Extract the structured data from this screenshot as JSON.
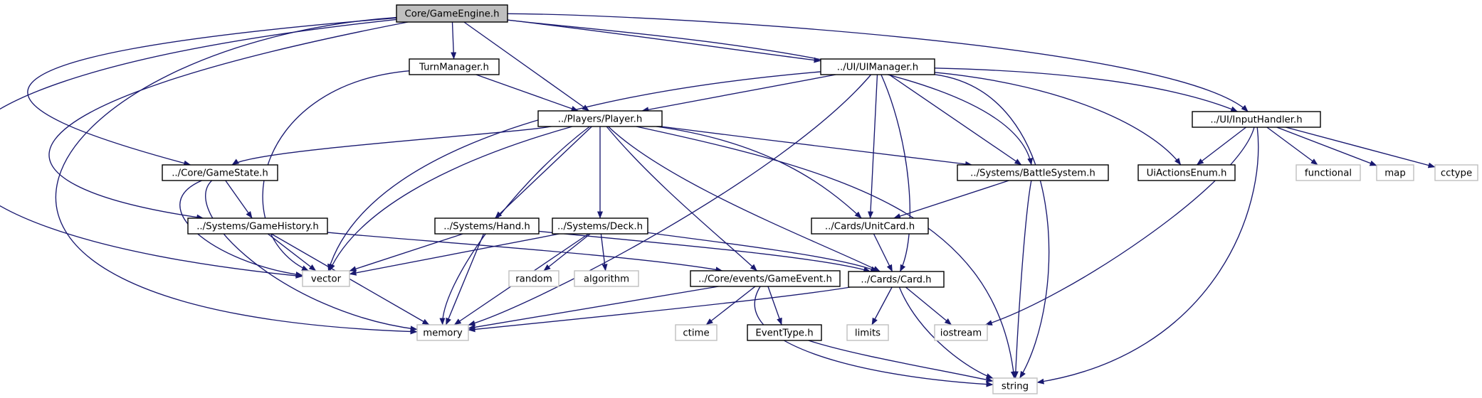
{
  "graph": {
    "nodes": [
      {
        "id": "ge",
        "label": "Core/GameEngine.h",
        "kind": "root"
      },
      {
        "id": "tm",
        "label": "TurnManager.h",
        "kind": "header"
      },
      {
        "id": "uim",
        "label": "../UI/UIManager.h",
        "kind": "header"
      },
      {
        "id": "pl",
        "label": "../Players/Player.h",
        "kind": "header"
      },
      {
        "id": "ih",
        "label": "../UI/InputHandler.h",
        "kind": "header"
      },
      {
        "id": "gs",
        "label": "../Core/GameState.h",
        "kind": "header"
      },
      {
        "id": "bs",
        "label": "../Systems/BattleSystem.h",
        "kind": "header"
      },
      {
        "id": "uae",
        "label": "UiActionsEnum.h",
        "kind": "header"
      },
      {
        "id": "fn",
        "label": "functional",
        "kind": "system"
      },
      {
        "id": "map",
        "label": "map",
        "kind": "system"
      },
      {
        "id": "cct",
        "label": "cctype",
        "kind": "system"
      },
      {
        "id": "gh",
        "label": "../Systems/GameHistory.h",
        "kind": "header"
      },
      {
        "id": "hd",
        "label": "../Systems/Hand.h",
        "kind": "header"
      },
      {
        "id": "dk",
        "label": "../Systems/Deck.h",
        "kind": "header"
      },
      {
        "id": "uc",
        "label": "../Cards/UnitCard.h",
        "kind": "header"
      },
      {
        "id": "vec",
        "label": "vector",
        "kind": "system"
      },
      {
        "id": "rnd",
        "label": "random",
        "kind": "system"
      },
      {
        "id": "alg",
        "label": "algorithm",
        "kind": "system"
      },
      {
        "id": "gev",
        "label": "../Core/events/GameEvent.h",
        "kind": "header"
      },
      {
        "id": "cd",
        "label": "../Cards/Card.h",
        "kind": "header"
      },
      {
        "id": "mem",
        "label": "memory",
        "kind": "system"
      },
      {
        "id": "ct",
        "label": "ctime",
        "kind": "system"
      },
      {
        "id": "et",
        "label": "EventType.h",
        "kind": "header"
      },
      {
        "id": "lim",
        "label": "limits",
        "kind": "system"
      },
      {
        "id": "ios",
        "label": "iostream",
        "kind": "system"
      },
      {
        "id": "str",
        "label": "string",
        "kind": "system"
      }
    ],
    "edges": [
      [
        "ge",
        "tm"
      ],
      [
        "ge",
        "uim"
      ],
      [
        "ge",
        "pl"
      ],
      [
        "ge",
        "ih"
      ],
      [
        "ge",
        "gs"
      ],
      [
        "ge",
        "bs"
      ],
      [
        "ge",
        "gh"
      ],
      [
        "ge",
        "vec"
      ],
      [
        "ge",
        "mem"
      ],
      [
        "tm",
        "pl"
      ],
      [
        "tm",
        "vec"
      ],
      [
        "uim",
        "pl"
      ],
      [
        "uim",
        "ih"
      ],
      [
        "uim",
        "bs"
      ],
      [
        "uim",
        "uae"
      ],
      [
        "uim",
        "uc"
      ],
      [
        "uim",
        "cd"
      ],
      [
        "uim",
        "vec"
      ],
      [
        "uim",
        "mem"
      ],
      [
        "uim",
        "str"
      ],
      [
        "ih",
        "uae"
      ],
      [
        "ih",
        "fn"
      ],
      [
        "ih",
        "map"
      ],
      [
        "ih",
        "cct"
      ],
      [
        "ih",
        "ios"
      ],
      [
        "ih",
        "str"
      ],
      [
        "pl",
        "gs"
      ],
      [
        "pl",
        "bs"
      ],
      [
        "pl",
        "hd"
      ],
      [
        "pl",
        "dk"
      ],
      [
        "pl",
        "uc"
      ],
      [
        "pl",
        "cd"
      ],
      [
        "pl",
        "gev"
      ],
      [
        "pl",
        "vec"
      ],
      [
        "pl",
        "mem"
      ],
      [
        "pl",
        "str"
      ],
      [
        "gs",
        "gh"
      ],
      [
        "gs",
        "vec"
      ],
      [
        "gs",
        "mem"
      ],
      [
        "bs",
        "uc"
      ],
      [
        "bs",
        "str"
      ],
      [
        "gh",
        "vec"
      ],
      [
        "gh",
        "mem"
      ],
      [
        "gh",
        "gev"
      ],
      [
        "hd",
        "vec"
      ],
      [
        "hd",
        "mem"
      ],
      [
        "hd",
        "cd"
      ],
      [
        "dk",
        "vec"
      ],
      [
        "dk",
        "mem"
      ],
      [
        "dk",
        "rnd"
      ],
      [
        "dk",
        "alg"
      ],
      [
        "dk",
        "cd"
      ],
      [
        "uc",
        "cd"
      ],
      [
        "gev",
        "mem"
      ],
      [
        "gev",
        "ct"
      ],
      [
        "gev",
        "et"
      ],
      [
        "gev",
        "str"
      ],
      [
        "cd",
        "mem"
      ],
      [
        "cd",
        "lim"
      ],
      [
        "cd",
        "ios"
      ],
      [
        "cd",
        "str"
      ],
      [
        "et",
        "str"
      ]
    ]
  },
  "colors": {
    "edge": "#191970",
    "header_border": "#000000",
    "system_border": "#bfbfbf",
    "root_fill": "#bfbfbf",
    "node_fill": "#ffffff",
    "text": "#000000"
  }
}
